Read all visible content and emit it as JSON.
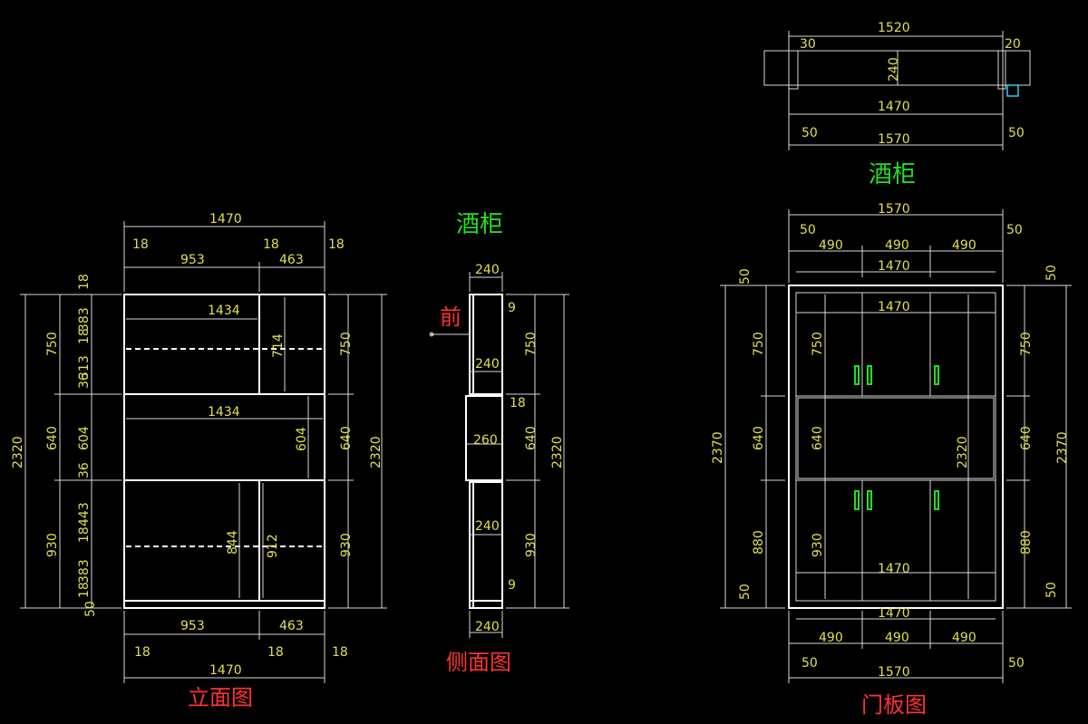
{
  "titles": {
    "cabinet_top": "酒柜",
    "cabinet_mid": "酒柜",
    "elevation": "立面图",
    "side": "侧面图",
    "door": "门板图",
    "front": "前"
  },
  "plan": {
    "dims": [
      "1520",
      "30",
      "20",
      "240",
      "1470",
      "50",
      "1570",
      "50"
    ]
  },
  "elevation": {
    "top_dims": [
      "1470",
      "18",
      "18",
      "18",
      "953",
      "463"
    ],
    "inner_dims": [
      "1434",
      "1434",
      "714",
      "604",
      "844",
      "912"
    ],
    "left_dims": [
      "2320",
      "750",
      "640",
      "930",
      "18",
      "383",
      "18",
      "313",
      "36",
      "604",
      "36",
      "443",
      "18",
      "383",
      "18",
      "50"
    ],
    "right_dims": [
      "750",
      "640",
      "930",
      "2320"
    ],
    "bottom_dims": [
      "953",
      "463",
      "18",
      "18",
      "18",
      "1470"
    ]
  },
  "side": {
    "dims": [
      "240",
      "9",
      "240",
      "18",
      "260",
      "240",
      "9",
      "240",
      "750",
      "640",
      "930",
      "2320"
    ]
  },
  "door": {
    "top_dims": [
      "1570",
      "50",
      "50",
      "490",
      "490",
      "490",
      "1470"
    ],
    "inner_dims": [
      "1470",
      "750",
      "640",
      "930",
      "2320",
      "1470"
    ],
    "left_dims": [
      "2370",
      "50",
      "750",
      "640",
      "880",
      "50"
    ],
    "right_dims": [
      "50",
      "750",
      "640",
      "880",
      "50",
      "2370"
    ],
    "bottom_dims": [
      "1470",
      "490",
      "490",
      "490",
      "50",
      "1570",
      "50"
    ]
  }
}
